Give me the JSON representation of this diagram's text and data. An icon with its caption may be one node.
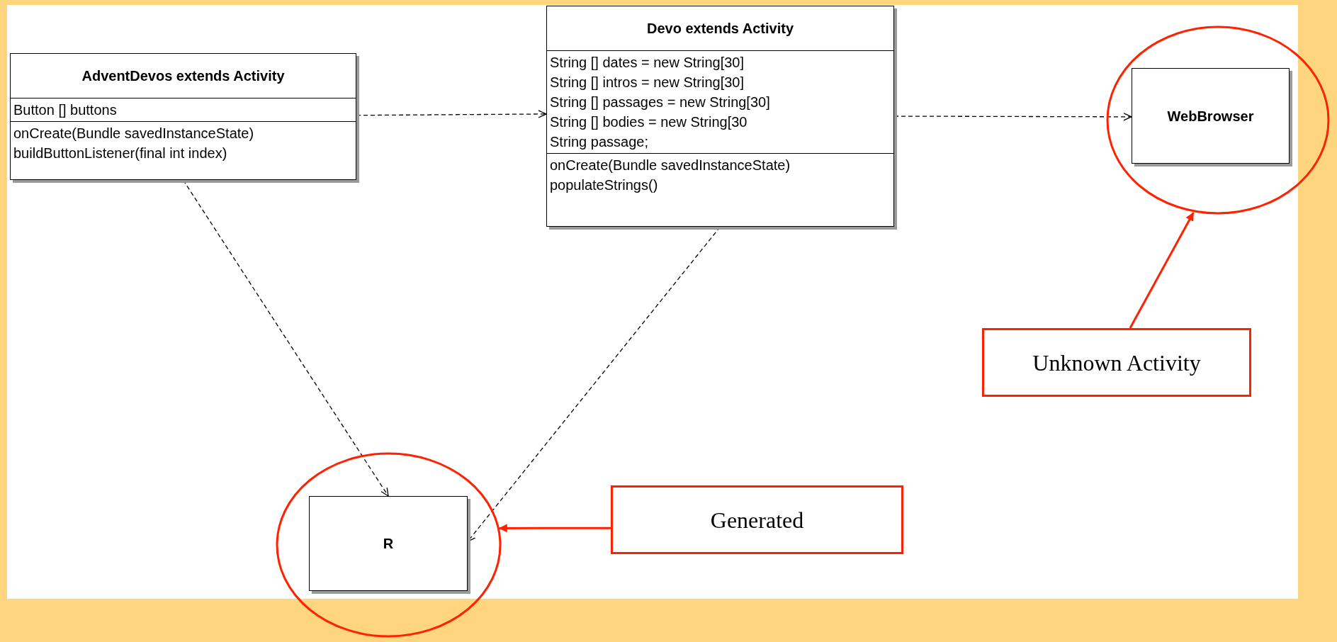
{
  "diagram": {
    "nodes": [
      {
        "text": [
          "AdventDevos extends Activity",
          "Button [] buttons",
          "onCreate(Bundle savedInstanceState)",
          "buildButtonListener(final int index)"
        ]
      },
      {
        "text": [
          "Devo extends Activity",
          "String [] dates = new String[30]",
          "String [] intros = new String[30]",
          "String [] passages = new String[30]",
          "String [] bodies = new String[30",
          "String passage;",
          "onCreate(Bundle savedInstanceState)",
          "populateStrings()"
        ]
      },
      {
        "text": [],
        "shape": "circle"
      },
      {
        "text": [
          "WebBrowser"
        ],
        "in": 2
      },
      {
        "text": [
          "Unknown Activity"
        ]
      },
      {
        "text": [],
        "shape": "circle"
      },
      {
        "text": [
          "R"
        ],
        "in": 5
      },
      {
        "text": [
          "Generated"
        ]
      }
    ],
    "edges": [
      {
        "from": 0,
        "to": 1,
        "arrow": "to",
        "style": "dashed"
      },
      {
        "from": 1,
        "to": 3,
        "arrow": "to",
        "style": "dashed"
      },
      {
        "from": 0,
        "to": 6,
        "arrow": "to",
        "style": "dashed"
      },
      {
        "from": 1,
        "to": 6,
        "arrow": "to",
        "style": "dashed"
      },
      {
        "from": 4,
        "to": 2,
        "arrow": "to",
        "color": "#ff2200"
      },
      {
        "from": 7,
        "to": 5,
        "arrow": "to",
        "color": "#ff2200"
      }
    ]
  }
}
